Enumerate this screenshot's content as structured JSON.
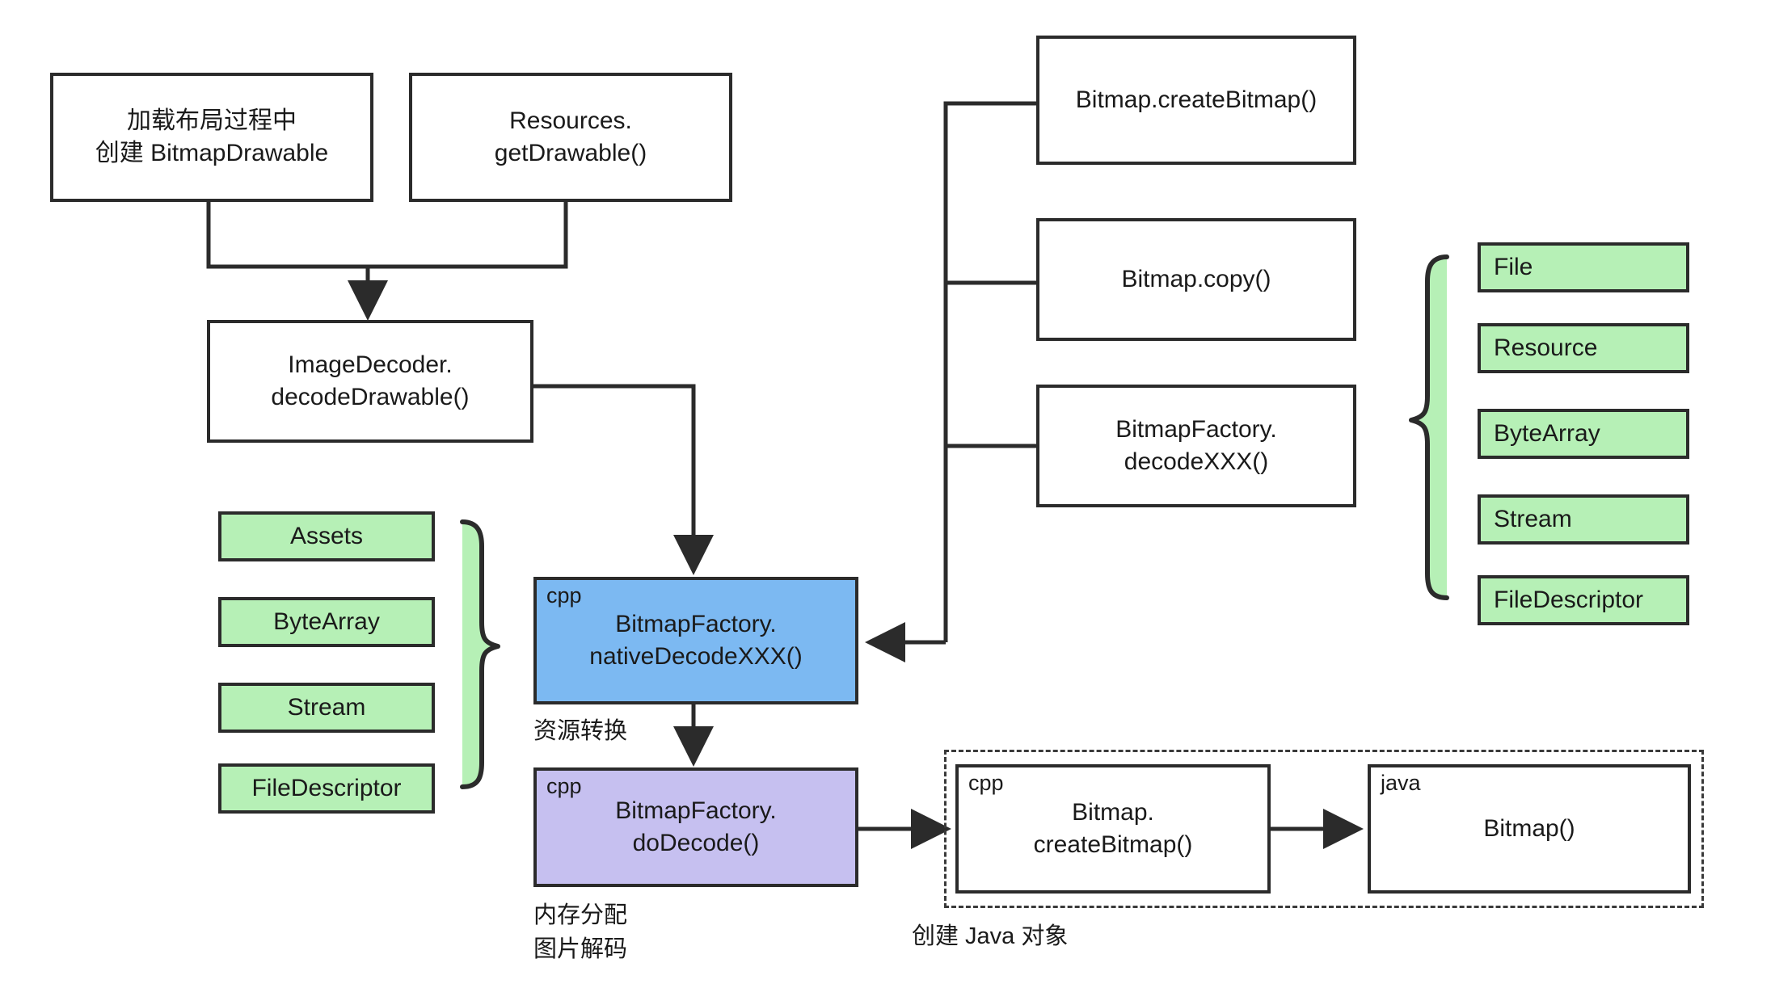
{
  "diagram": {
    "title_nodes": {
      "load_layout": "加载布局过程中\n创建 BitmapDrawable",
      "resources_get_drawable": "Resources.\ngetDrawable()",
      "image_decoder": "ImageDecoder.\ndecodeDrawable()",
      "bitmap_create_bitmap": "Bitmap.createBitmap()",
      "bitmap_copy": "Bitmap.copy()",
      "bitmap_factory_decode": "BitmapFactory.\ndecodeXXX()",
      "native_decode": "BitmapFactory.\nnativeDecodeXXX()",
      "do_decode": "BitmapFactory.\ndoDecode()",
      "cpp_create_bitmap": "Bitmap.\ncreateBitmap()",
      "java_bitmap": "Bitmap()"
    },
    "lang_tags": {
      "native_decode": "cpp",
      "do_decode": "cpp",
      "cpp_create_bitmap": "cpp",
      "java_bitmap": "java"
    },
    "sources_left": [
      {
        "label": "Assets"
      },
      {
        "label": "ByteArray"
      },
      {
        "label": "Stream"
      },
      {
        "label": "FileDescriptor"
      }
    ],
    "sources_right": [
      {
        "label": "File"
      },
      {
        "label": "Resource"
      },
      {
        "label": "ByteArray"
      },
      {
        "label": "Stream"
      },
      {
        "label": "FileDescriptor"
      }
    ],
    "captions": {
      "resource_convert": "资源转换",
      "memory_decode": "内存分配\n图片解码",
      "create_java_object": "创建 Java 对象"
    },
    "colors": {
      "stroke": "#2b2b2b",
      "green": "#b6f0b6",
      "blue": "#7cb9f2",
      "purple": "#c6c0f0",
      "white": "#ffffff",
      "dashed": "#3a3a3a"
    }
  }
}
